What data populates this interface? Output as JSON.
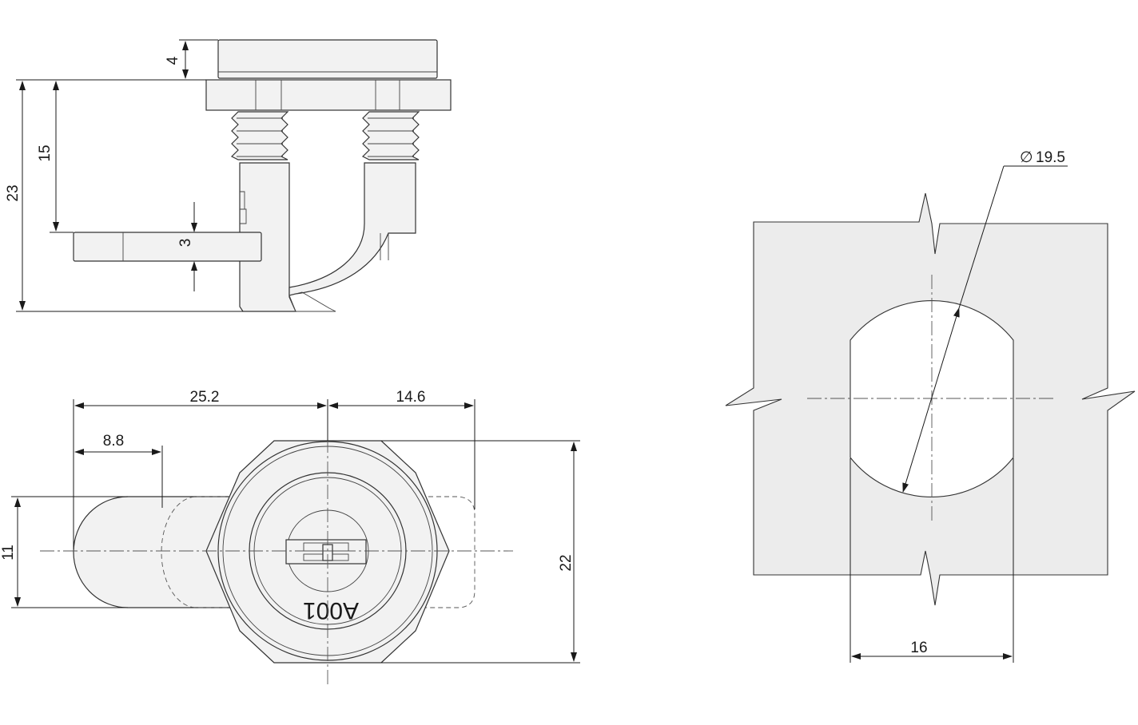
{
  "drawing": {
    "side_view": {
      "dimensions": {
        "head_height": "4",
        "overall_height": "23",
        "thread_length": "15",
        "cam_thickness": "3"
      }
    },
    "front_view": {
      "dimensions": {
        "cam_reach": "25.2",
        "opposite_reach": "14.6",
        "cam_offset": "8.8",
        "cam_width": "11",
        "hex_across": "22"
      },
      "key_code": "A001"
    },
    "cutout_view": {
      "dimensions": {
        "hole_diameter_symbol": "∅",
        "hole_diameter": "19.5",
        "flat_width": "16"
      }
    }
  }
}
